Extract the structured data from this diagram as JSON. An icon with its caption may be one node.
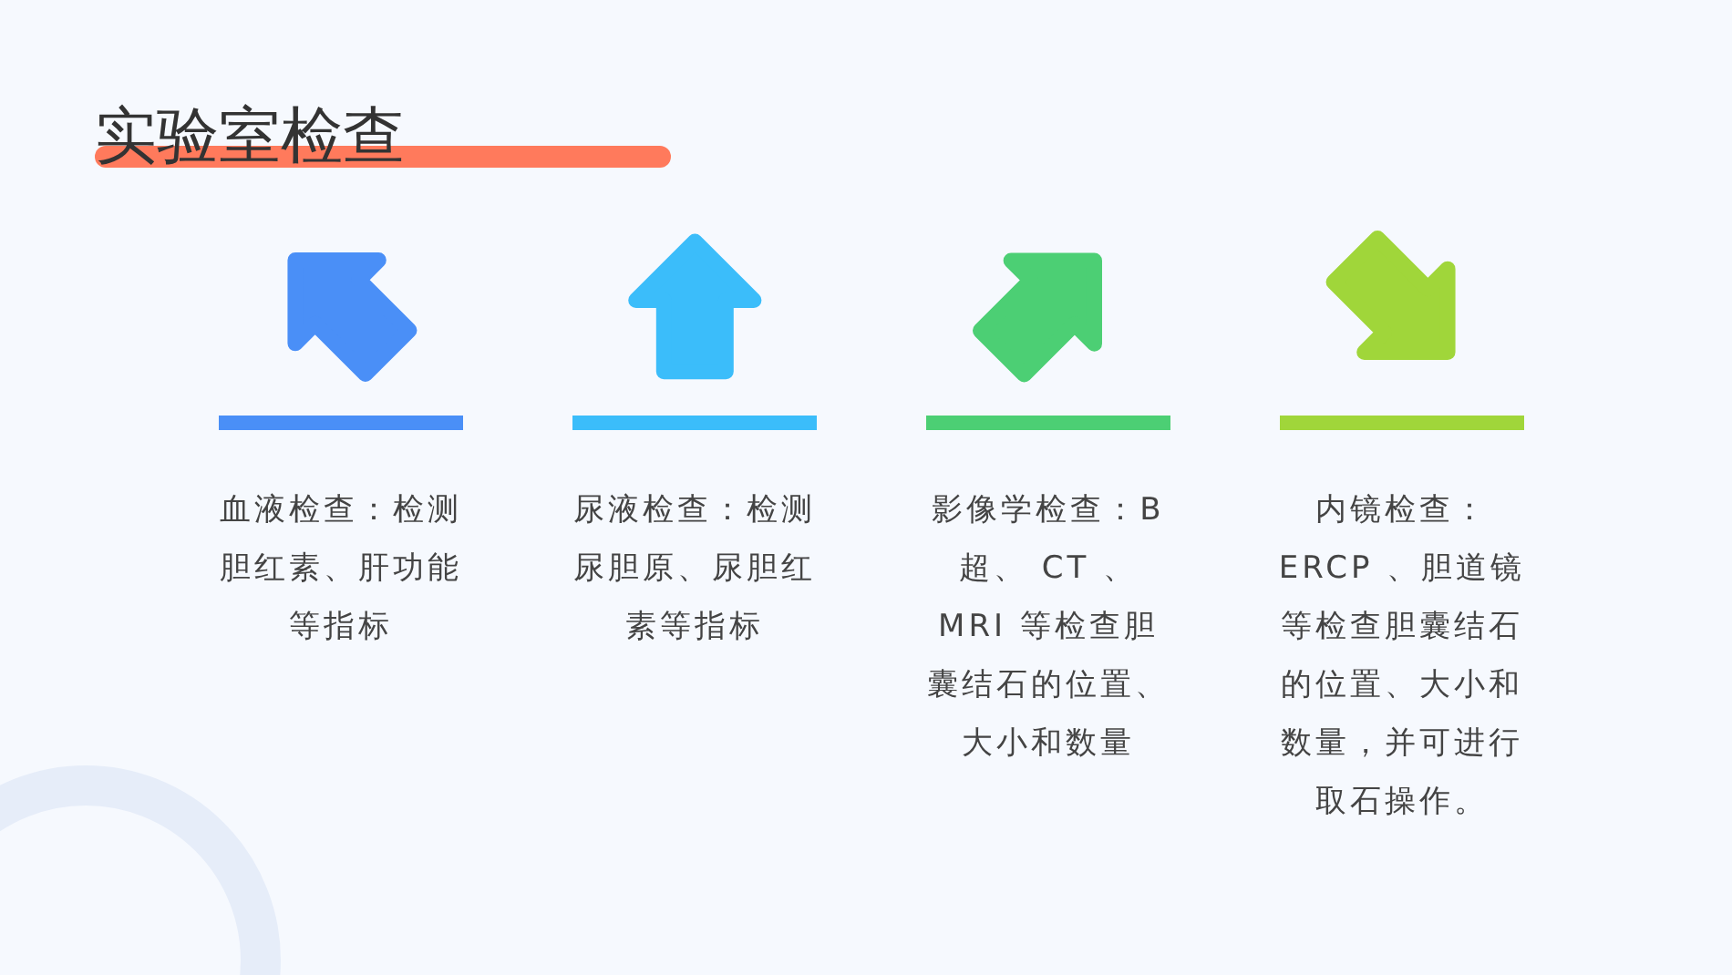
{
  "diagram": {
    "title": "实验室检查",
    "labels": [
      "血液检查：检测胆红素、肝功能等指标",
      "尿液检查：检测尿胆原、尿胆红素等指标",
      "影像学检查：B 超、 CT 、 MRI 等检查胆囊结石的位置、大小和数量",
      "内镜检查： ERCP 、胆道镜等检查胆囊结石的位置、大小和数量，并可进行取石操作。"
    ]
  }
}
